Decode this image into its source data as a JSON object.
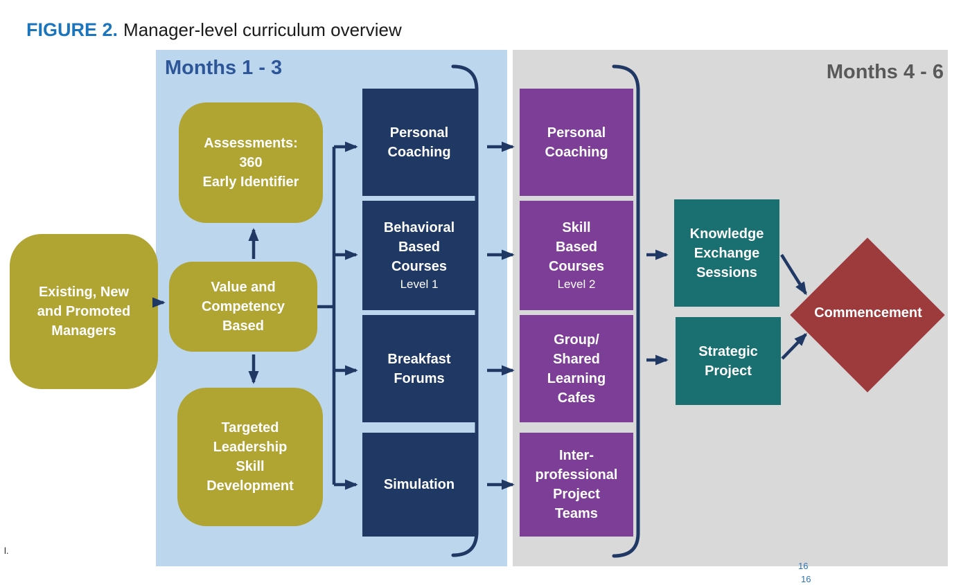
{
  "title": {
    "figure_label": "FIGURE 2.",
    "text": "Manager-level curriculum overview"
  },
  "panels": {
    "months_1_3": "Months 1 - 3",
    "months_4_6": "Months 4 - 6"
  },
  "nodes": {
    "source": "Existing, New\nand Promoted\nManagers",
    "assessments": "Assessments:\n360\nEarly Identifier",
    "value": "Value and\nCompetency\nBased",
    "targeted": "Targeted\nLeadership\nSkill\nDevelopment",
    "navy": [
      {
        "label": "Personal\nCoaching",
        "sub": ""
      },
      {
        "label": "Behavioral\nBased\nCourses",
        "sub": "Level 1"
      },
      {
        "label": "Breakfast\nForums",
        "sub": ""
      },
      {
        "label": "Simulation",
        "sub": ""
      }
    ],
    "purple": [
      {
        "label": "Personal\nCoaching",
        "sub": ""
      },
      {
        "label": "Skill\nBased\nCourses",
        "sub": "Level 2"
      },
      {
        "label": "Group/\nShared\nLearning\nCafes",
        "sub": ""
      },
      {
        "label": "Inter-\nprofessional\nProject\nTeams",
        "sub": ""
      }
    ],
    "teal": [
      "Knowledge\nExchange\nSessions",
      "Strategic\nProject"
    ],
    "commencement": "Commencement"
  },
  "footer": {
    "left_mark": "l.",
    "page_numbers": [
      "16",
      "16"
    ]
  },
  "colors": {
    "olive": "#b0a433",
    "navy": "#1f3864",
    "purple": "#7d3e97",
    "teal": "#1a6f70",
    "maroon": "#9d3a3c",
    "panel_blue": "#bcd6ee",
    "panel_gray": "#d9d9d9",
    "arrow": "#1f3864",
    "title_blue": "#1b75bc",
    "months_blue": "#2c5697",
    "months_gray": "#595959"
  }
}
